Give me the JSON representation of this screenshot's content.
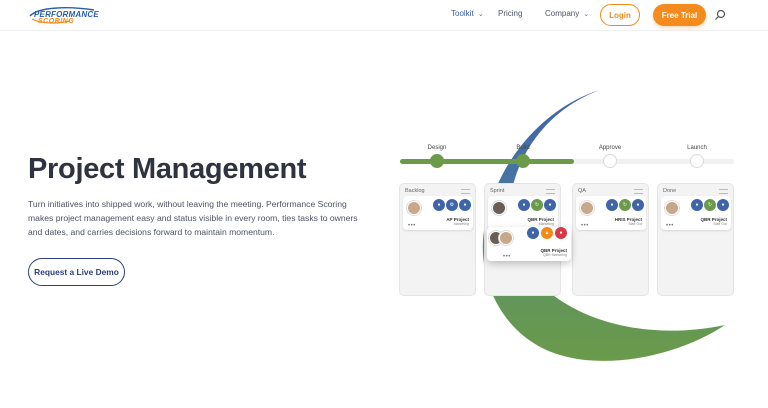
{
  "header": {
    "logo": {
      "line1": "PERFORMANCE",
      "line2": "SCORING"
    },
    "nav": [
      {
        "label": "Toolkit",
        "has_dropdown": true
      },
      {
        "label": "Pricing",
        "has_dropdown": false
      },
      {
        "label": "Company",
        "has_dropdown": true
      }
    ],
    "login_label": "Login",
    "trial_label": "Free Trial",
    "search_icon": "search-icon"
  },
  "hero": {
    "title": "Project Management",
    "description": "Turn initiatives into shipped work, without leaving the meeting. Performance Scoring makes project management easy and status visible in every room, ties tasks to owners and dates, and carries decisions forward to maintain momentum.",
    "cta_label": "Request a Live Demo"
  },
  "illustration": {
    "stages": [
      {
        "label": "Design",
        "done": true
      },
      {
        "label": "Build",
        "done": true
      },
      {
        "label": "Approve",
        "done": false
      },
      {
        "label": "Launch",
        "done": false
      }
    ],
    "progress_fraction": 0.52,
    "columns": [
      {
        "title": "Backlog",
        "card_title": "AP Project",
        "card_sub": "Marketing"
      },
      {
        "title": "Sprint",
        "card_title": "QBR Project",
        "card_sub": "Marketing"
      },
      {
        "title": "QA",
        "card_title": "HRIS Project",
        "card_sub": "Staff Out"
      },
      {
        "title": "Done",
        "card_title": "QBR Project",
        "card_sub": "Staff Out"
      }
    ],
    "floating_card": {
      "title": "QBR Project",
      "sub": "QBR Marketing"
    },
    "colors": {
      "blue": "#3f64a8",
      "green": "#6a9a4a",
      "orange": "#f28a1a",
      "accent": "#f58a1f",
      "navy": "#2e3f80"
    }
  }
}
